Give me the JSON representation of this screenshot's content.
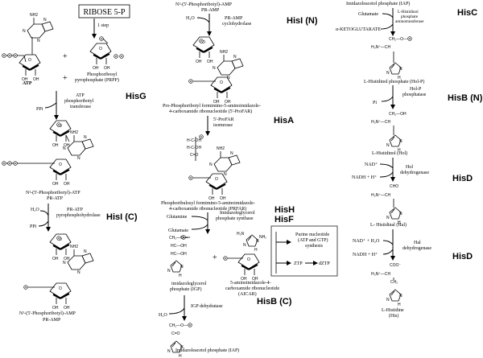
{
  "start_box": "RIBOSE 5-P",
  "one_step": "1 step",
  "plus": "+",
  "col1": {
    "atp": "ATP",
    "prpp": "Phosphoribosyl\npyrophosphate (PRPP)",
    "hisG_enzyme": "ATP\nphosphoribosyl\ntransferase",
    "hisG": "HisG",
    "ppi_1": "PPi",
    "pr_atp_name": "N1-(5'-Phosphoribotyl)-ATP",
    "pr_atp_abbr": "PR-ATP",
    "h2o": "H2O",
    "hisIc_enzyme": "PR-ATP\npyrophosphohydrolase",
    "ppi_2": "PPi",
    "hisIc": "HisI (C)",
    "pr_amp_name": "N1-(5'-Phosphoribotyl)-AMP",
    "pr_amp_abbr": "PR-AMP"
  },
  "col2": {
    "top_name": "N1-(5'-Phosphoribotyl)-AMP",
    "top_abbr": "PR-AMP",
    "h2o": "H2O",
    "hisIn_enzyme": "PR-AMP\ncyclohydrolase",
    "hisIn": "HisI (N)",
    "profar_name": "Pro-Phosphoribotyl formimino-5-aminoimidazole-\n4-carboxamide ribonucleotide (5'-ProFAR)",
    "hisA_enzyme": "5'-ProFAR\nisomerase",
    "hisA": "HisA",
    "prfar_name": "Phosphoribulosyl formimino-5-aminoimidazole-\n4-carboxamide ribonucleotide (PRFAR)",
    "glutamine": "Glutamine",
    "hisHF_enzyme": "Imidazoleglycerol\nphosphate synthase",
    "hisH": "HisH",
    "hisF": "HisF",
    "glutamate": "Glutamate",
    "igp_name": "imidazoleglycerol\nphosphate (IGP)",
    "aicar_name": "5-aminoimidazole-4-\ncarboxamide ribonucleotide\n(AICAR)",
    "purine": "Purine nucleotide\n(ATP and GTP)\nsynthesis",
    "ztp": "ZTP",
    "dztp": "dZTP",
    "hisB_enzyme": "IGP dehydratase",
    "hisBc": "HisB (C)",
    "h2o_2": "H2O",
    "iap_name": "Imidazoleacetol phosphate (IAP)"
  },
  "col3": {
    "top_name": "Imidazoleacetol phosphate (IAP)",
    "glutamate": "Glutamate",
    "hisC_enzyme": "L-Histidinol\nphosphate\naminotransferase",
    "akg": "α-KETOGLUTARATE",
    "hisC": "HisC",
    "holp_name": "L-Histidinol phosphate (Hol-P)",
    "hisBn_enzyme": "Hol-P\nphosphatase",
    "hisBn": "HisB (N)",
    "pi": "Pi",
    "hol_name": "L-Histidinol (Hol)",
    "nad": "NAD+",
    "nadh": "NADH + H+",
    "hisD_enzyme_1": "Hol\ndehydrogenase",
    "hisD_1": "HisD",
    "hal_name": "L- Histidinal (Hal)",
    "nad_h2o": "NAD+ + H2O",
    "nadh_2": "NADH + H+",
    "hisD_enzyme_2": "Hal\ndehydrogenase",
    "hisD_2": "HisD",
    "his_name": "L-Histidine\n(His)"
  }
}
